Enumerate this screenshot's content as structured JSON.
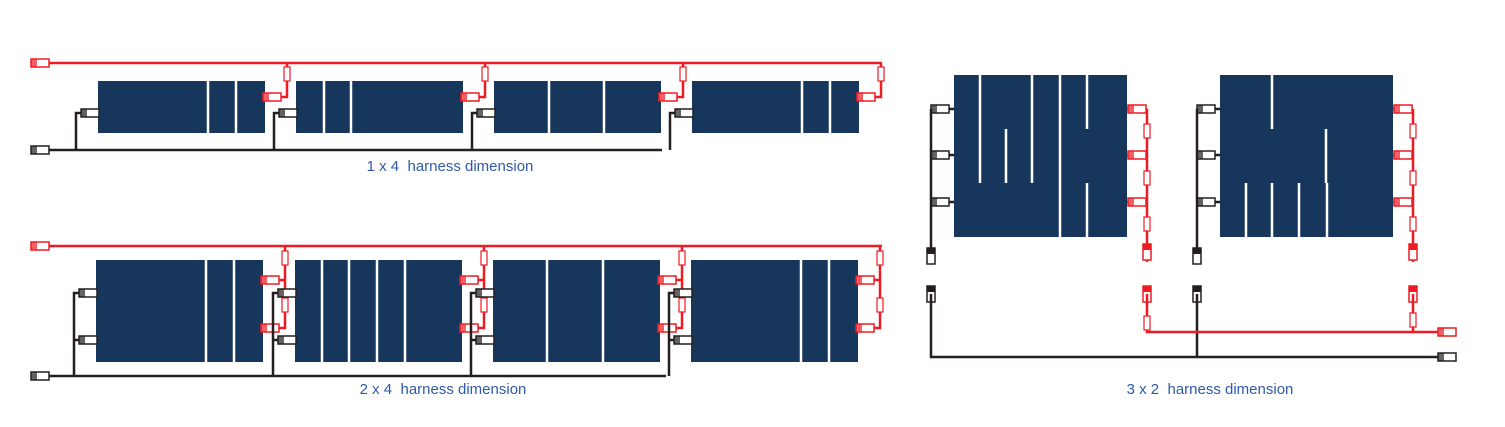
{
  "labels": {
    "one_by_four": "1 x 4  harness dimension",
    "two_by_four": "2 x 4  harness dimension",
    "three_by_two": "3 x 2  harness dimension"
  },
  "colors": {
    "panel": "#17365c",
    "positive_wire": "#ed1c24",
    "negative_wire": "#231f20",
    "label": "#2f5aa8"
  }
}
